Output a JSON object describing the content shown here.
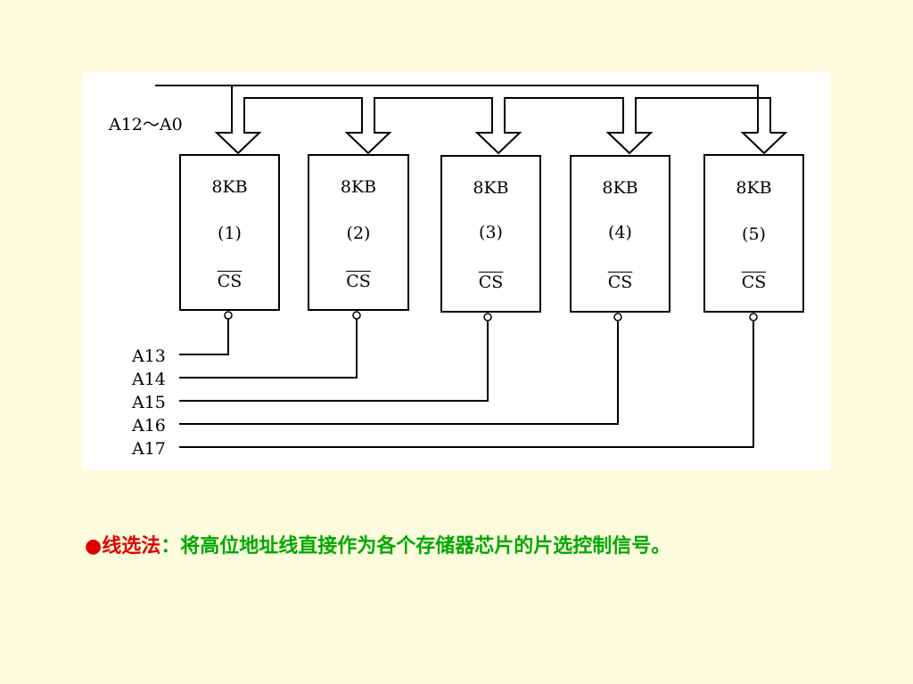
{
  "diagram": {
    "address_bus_label": "A12～A0",
    "chips": [
      {
        "size": "8KB",
        "index": "(1)",
        "cs": "CS",
        "select_line": "A13"
      },
      {
        "size": "8KB",
        "index": "(2)",
        "cs": "CS",
        "select_line": "A14"
      },
      {
        "size": "8KB",
        "index": "(3)",
        "cs": "CS",
        "select_line": "A15"
      },
      {
        "size": "8KB",
        "index": "(4)",
        "cs": "CS",
        "select_line": "A16"
      },
      {
        "size": "8KB",
        "index": "(5)",
        "cs": "CS",
        "select_line": "A17"
      }
    ]
  },
  "caption": {
    "bullet": "●",
    "method": "线选法",
    "separator": "：",
    "text": "将高位地址线直接作为各个存储器芯片的片选控制信号。"
  },
  "colors": {
    "background": "#fcfcdc",
    "caption_green": "#00a800",
    "caption_red": "#e00000"
  }
}
